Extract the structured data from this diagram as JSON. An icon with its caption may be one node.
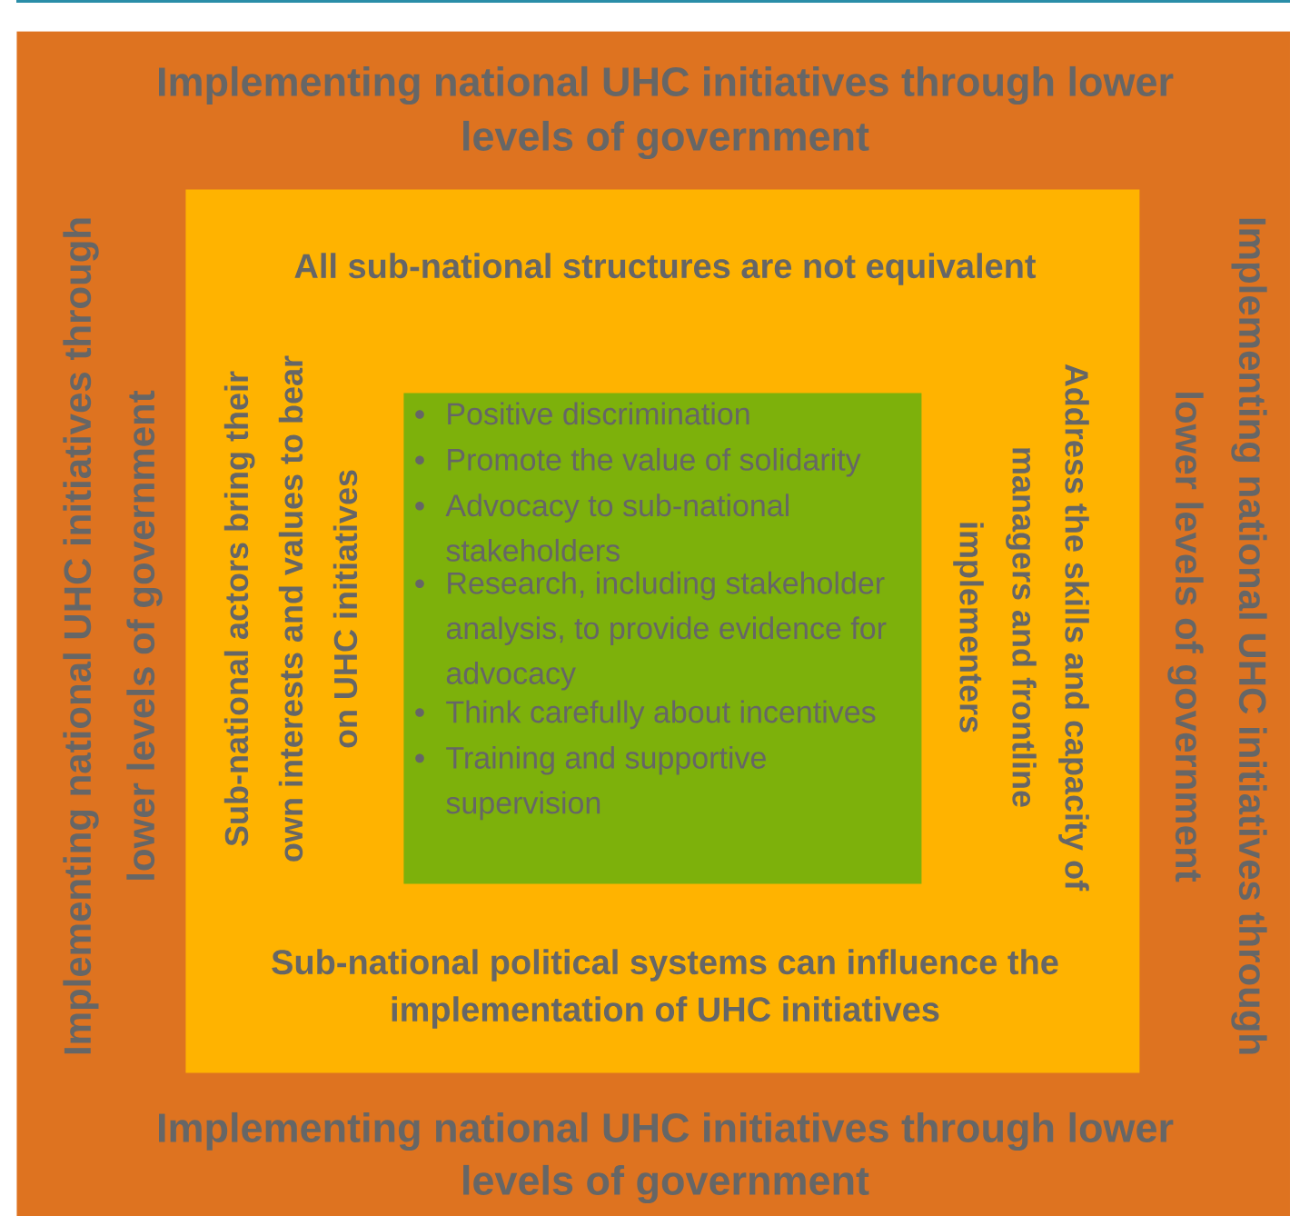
{
  "diagram": {
    "nodes": [
      {
        "text": [
          "Implementing national UHC initiatives through lower levels of government",
          "Implementing national UHC initiatives through lower levels of government",
          "Implementing national UHC initiatives through lower levels of government",
          "Implementing national UHC initiatives through lower levels of government"
        ]
      },
      {
        "text": [
          "All sub-national structures are not equivalent",
          "Sub-national actors bring their own interests and values to bear on UHC initiatives",
          "Address the skills and capacity of managers and frontline implementers",
          "Sub-national political systems can influence the implementation of UHC initiatives"
        ],
        "in": 0
      },
      {
        "text": [
          "Positive discrimination",
          "Promote the value of solidarity",
          "Advocacy to sub-national stakeholders",
          "Research, including stakeholder analysis, to provide evidence for advocacy",
          "Think carefully about incentives",
          "Training and supportive supervision"
        ],
        "in": 1
      }
    ]
  }
}
